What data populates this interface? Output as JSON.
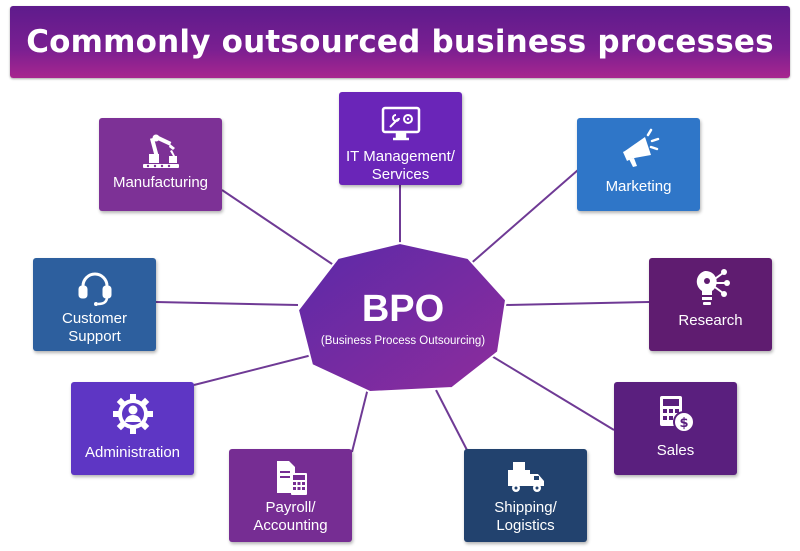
{
  "title": "Commonly outsourced business processes",
  "hub": {
    "label": "BPO",
    "sublabel": "(Business Process Outsourcing)"
  },
  "nodes": {
    "manufacturing": {
      "label": "Manufacturing",
      "icon": "robot-arm-icon"
    },
    "it": {
      "label": "IT Management/ Services",
      "icon": "monitor-tools-icon"
    },
    "marketing": {
      "label": "Marketing",
      "icon": "megaphone-icon"
    },
    "customer_support": {
      "label": "Customer Support",
      "icon": "headset-icon"
    },
    "research": {
      "label": "Research",
      "icon": "lightbulb-icon"
    },
    "administration": {
      "label": "Administration",
      "icon": "person-gear-icon"
    },
    "payroll": {
      "label": "Payroll/ Accounting",
      "icon": "calculator-icon"
    },
    "shipping": {
      "label": "Shipping/ Logistics",
      "icon": "truck-icon"
    },
    "sales": {
      "label": "Sales",
      "icon": "sales-calculator-icon"
    }
  },
  "colors": {
    "hub_gradient": [
      "#5b2a9f",
      "#8a2a9a"
    ],
    "connector": "#6b3a92"
  }
}
